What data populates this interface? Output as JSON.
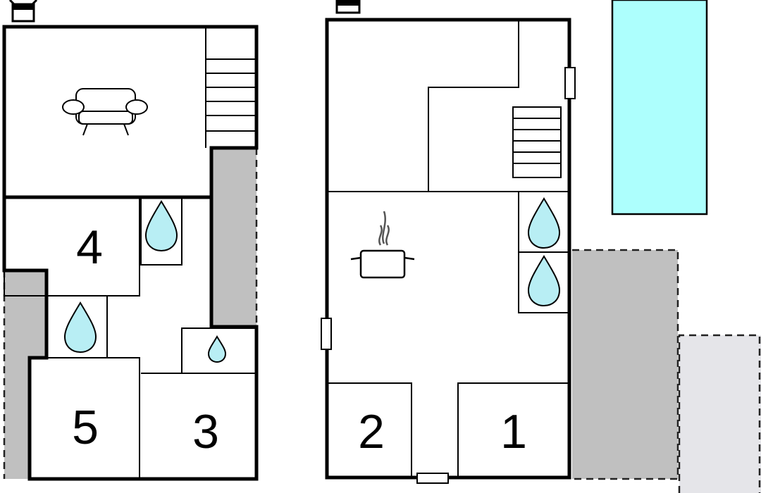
{
  "rooms": {
    "room_1": "1",
    "room_2": "2",
    "room_3": "3",
    "room_4": "4",
    "room_5": "5"
  },
  "colors": {
    "terrace": "#c0c0c0",
    "pool": "#adfffd",
    "yard": "#e5e5e9",
    "water_drop": "#b8eef4",
    "wall": "#000000"
  },
  "icons": [
    "sofa-icon",
    "cooking-pot-icon",
    "water-drop-icon",
    "stairs-icon",
    "window-icon",
    "entrance-icon"
  ]
}
